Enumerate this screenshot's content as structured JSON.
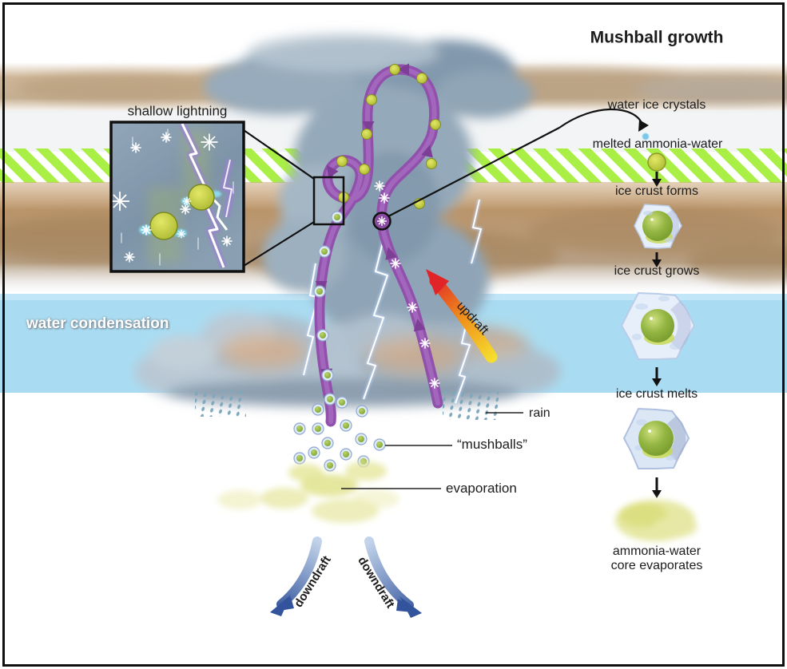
{
  "title": "Mushball growth",
  "inset": {
    "label": "shallow lightning"
  },
  "atmosphere": {
    "water_condensation": "water condensation"
  },
  "convection": {
    "updraft": "updraft",
    "downdraft_left": "downdraft",
    "downdraft_right": "downdraft"
  },
  "precipitation": {
    "rain": "rain",
    "mushballs": "“mushballs”",
    "evaporation": "evaporation"
  },
  "growth_sequence": {
    "steps": [
      "water ice crystals",
      "melted ammonia-water",
      "ice crust forms",
      "ice crust grows",
      "ice crust melts"
    ],
    "final_line1": "ammonia-water",
    "final_line2": "core evaporates"
  },
  "colors": {
    "path_purple": "#9150ab",
    "updraft_start": "#f6df2e",
    "updraft_end": "#e02428",
    "downdraft_blue": "#3c5ea6",
    "ammonia_band_green": "#a5ee3b",
    "water_band_blue": "#a9dcf2",
    "cloud_deck_brown": "#b78f62",
    "mushball_core_green": "#8fb342",
    "ice_crust_blue": "#e7effb",
    "evaporation_yellow": "#e7e8a6"
  }
}
